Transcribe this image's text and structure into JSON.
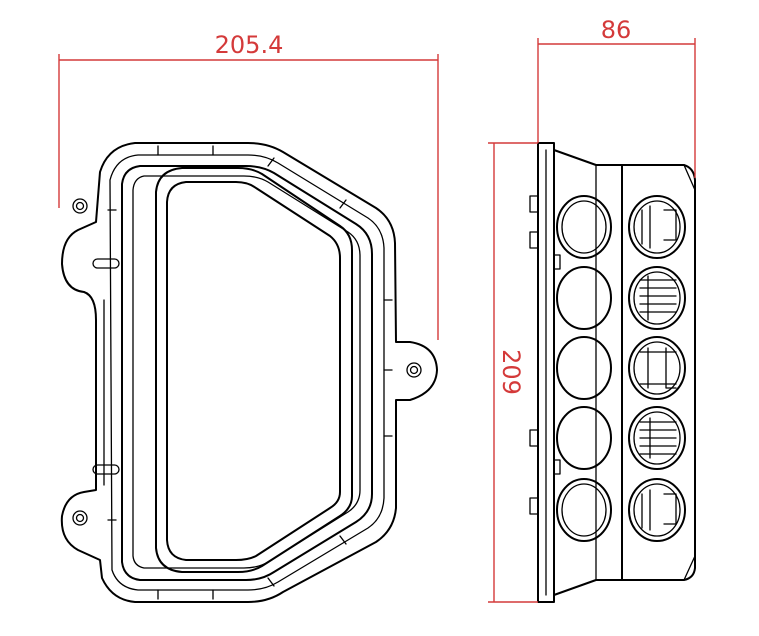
{
  "dimensions": {
    "width_label": "205.4",
    "depth_label": "86",
    "height_label": "209"
  },
  "colors": {
    "outline": "#000000",
    "dimension": "#d43a3a",
    "background": "#ffffff"
  }
}
